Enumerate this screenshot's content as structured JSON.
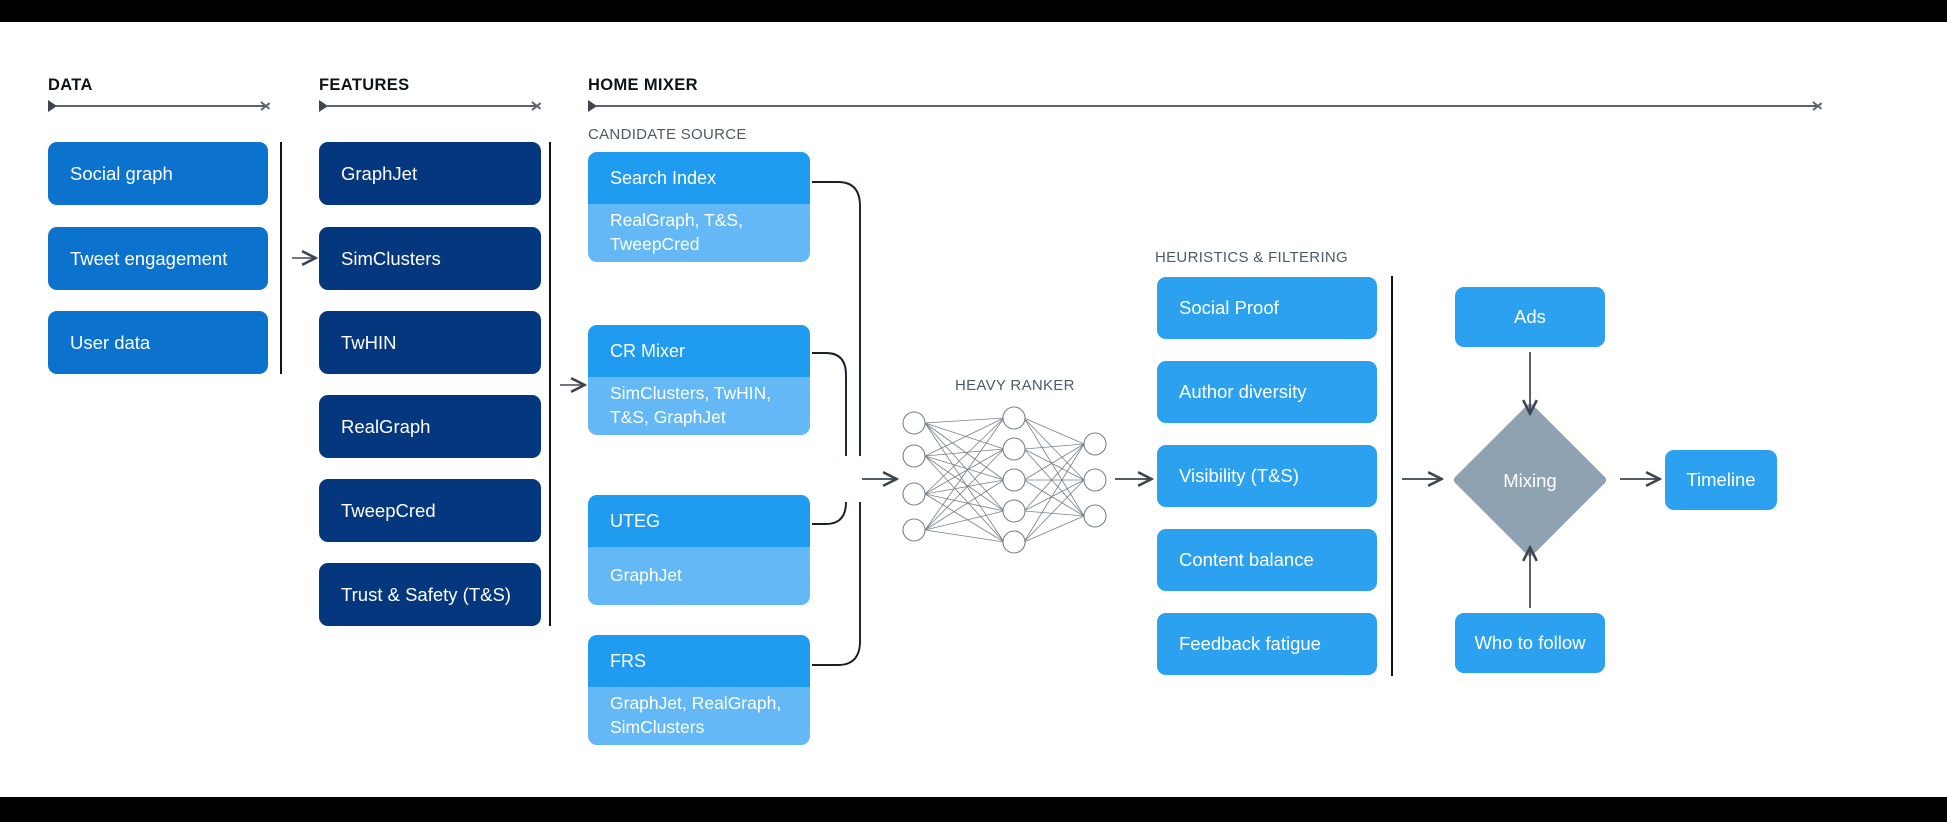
{
  "sections": {
    "data": {
      "title": "DATA"
    },
    "features": {
      "title": "FEATURES"
    },
    "home_mixer": {
      "title": "HOME MIXER"
    },
    "candidate_source": {
      "title": "CANDIDATE SOURCE"
    },
    "heavy_ranker": {
      "title": "HEAVY RANKER"
    },
    "heuristics": {
      "title": "HEURISTICS & FILTERING"
    }
  },
  "data_boxes": [
    {
      "label": "Social graph"
    },
    {
      "label": "Tweet engagement"
    },
    {
      "label": "User data"
    }
  ],
  "feature_boxes": [
    {
      "label": "GraphJet"
    },
    {
      "label": "SimClusters"
    },
    {
      "label": "TwHIN"
    },
    {
      "label": "RealGraph"
    },
    {
      "label": "TweepCred"
    },
    {
      "label": "Trust & Safety (T&S)"
    }
  ],
  "candidate_sources": [
    {
      "name": "Search Index",
      "features": "RealGraph, T&S, TweepCred"
    },
    {
      "name": "CR Mixer",
      "features": "SimClusters, TwHIN, T&S, GraphJet"
    },
    {
      "name": "UTEG",
      "features": "GraphJet"
    },
    {
      "name": "FRS",
      "features": "GraphJet, RealGraph, SimClusters"
    }
  ],
  "heuristic_boxes": [
    {
      "label": "Social Proof"
    },
    {
      "label": "Author diversity"
    },
    {
      "label": "Visibility (T&S)"
    },
    {
      "label": "Content balance"
    },
    {
      "label": "Feedback fatigue"
    }
  ],
  "outputs": {
    "ads": "Ads",
    "mixing": "Mixing",
    "who_to_follow": "Who to follow",
    "timeline": "Timeline"
  },
  "colors": {
    "data_blue": "#0b72ce",
    "feature_navy": "#05377e",
    "card_header_blue": "#1f9bf0",
    "card_body_blue": "#63b8f5",
    "heuristic_blue": "#2ba1ef",
    "mixing_gray": "#8ea2b2",
    "line_gray": "#5b6570"
  },
  "neural_network": {
    "layers": [
      4,
      5,
      3
    ]
  }
}
